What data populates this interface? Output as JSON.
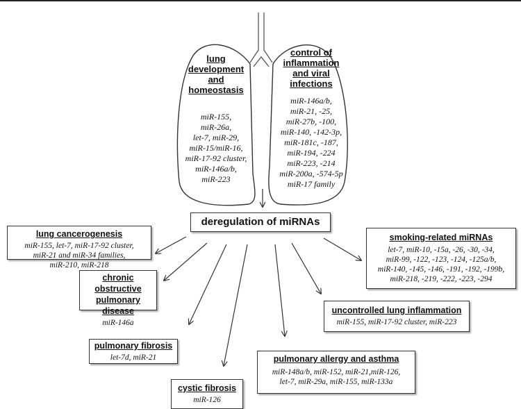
{
  "lungs": {
    "left": {
      "title": "lung development and homeostasis",
      "mirnas": [
        "miR-155,",
        "miR-26a,",
        "let-7, miR-29,",
        "miR-15/miR-16,",
        "miR-17-92 cluster,",
        "miR-146a/b,",
        "miR-223"
      ]
    },
    "right": {
      "title": "control of inflammation and viral infections",
      "mirnas": [
        "miR-146a/b,",
        "miR-21, -25,",
        "miR-27b, -100,",
        "miR-140, -142-3p,",
        "miR-181c, -187,",
        "miR-194, -224",
        "miR-223, -214",
        "miR-200a, -574-5p",
        "miR-17 family"
      ]
    }
  },
  "central": {
    "label": "deregulation of miRNAs"
  },
  "conditions": {
    "lung_cancer": {
      "title": "lung cancerogenesis",
      "body": [
        "miR-155, let-7, miR-17-92 cluster,",
        "miR-21 and miR-34 families,",
        "miR-210, miR-218"
      ]
    },
    "copd": {
      "title_lines": [
        "chronic obstructive",
        "pulmonary disease"
      ],
      "body": [
        "miR-146a"
      ]
    },
    "fibrosis": {
      "title": "pulmonary fibrosis",
      "body": [
        "let-7d, miR-21"
      ]
    },
    "cystic": {
      "title": "cystic fibrosis",
      "body": [
        "miR-126"
      ]
    },
    "allergy": {
      "title": "pulmonary allergy and asthma",
      "body": [
        "miR-148a/b, miR-152, miR-21,miR-126,",
        "let-7, miR-29a, miR-155, miR-133a"
      ]
    },
    "inflammation": {
      "title": "uncontrolled lung inflammation",
      "body": [
        "miR-155, miR-17-92 cluster, miR-223"
      ]
    },
    "smoking": {
      "title": "smoking-related miRNAs",
      "body": [
        "let-7, miR-10, -15a, -26, -30, -34,",
        "miR-99, -122, -123, -124, -125a/b,",
        "miR-140, -145, -146, -191, -192, -199b,",
        "miR-218, -219, -222, -223, -294"
      ]
    }
  }
}
